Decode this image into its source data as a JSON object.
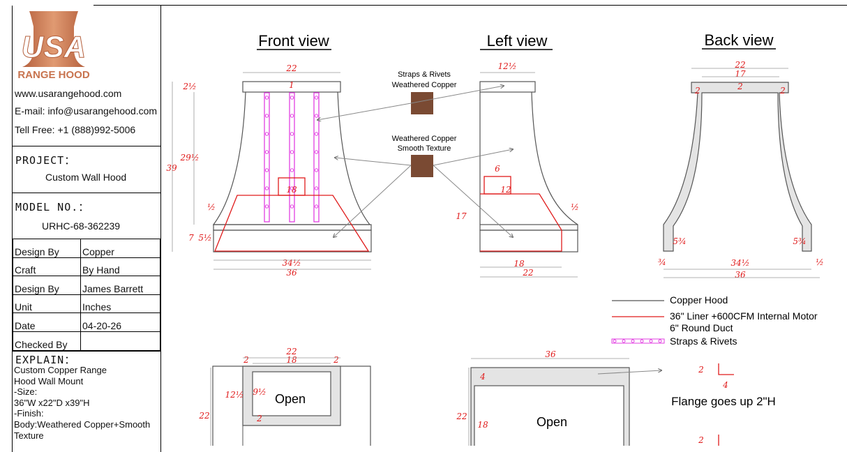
{
  "logo": {
    "wordmark": "USA",
    "caption": "RANGE HOOD",
    "color": "#c8744f"
  },
  "contact": {
    "website": "www.usarangehood.com",
    "email": "E-mail: info@usarangehood.com",
    "phone": "Tell Free: +1 (888)992-5006"
  },
  "project": {
    "label": "PROJECT：",
    "value": "Custom Wall Hood"
  },
  "model": {
    "label": "MODEL NO.：",
    "value": "URHC-68-362239"
  },
  "specs": [
    {
      "key": "Design By",
      "value": "Copper"
    },
    {
      "key": "Craft",
      "value": "By Hand"
    },
    {
      "key": "Design By",
      "value": "James Barrett"
    },
    {
      "key": "Unit",
      "value": "Inches"
    },
    {
      "key": "Date",
      "value": "04-20-26"
    },
    {
      "key": "Checked By",
      "value": ""
    }
  ],
  "explain": {
    "label": "EXPLAIN：",
    "lines": [
      "Custom Copper Range",
      "Hood Wall Mount",
      "-Size:",
      "36\"W x22\"D x39\"H",
      "-Finish:",
      "Body:Weathered Copper+Smooth",
      "Texture"
    ]
  },
  "views": {
    "front": "Front view",
    "left": "Left view",
    "back": "Back view"
  },
  "callouts": {
    "straps": [
      "Straps & Rivets",
      "Weathered Copper"
    ],
    "body": [
      "Weathered Copper",
      "Smooth Texture"
    ]
  },
  "legend": [
    {
      "text": "Copper Hood",
      "color": "#555555",
      "style": "solid"
    },
    {
      "text": "36\" Liner +600CFM Internal Motor",
      "color": "#e01b1b",
      "style": "solid"
    },
    {
      "text": "6\" Round Duct",
      "color": "#e01b1b",
      "style": "none"
    },
    {
      "text": "Straps & Rivets",
      "color": "#e23fe2",
      "style": "dots"
    }
  ],
  "plan": {
    "open_label": "Open",
    "open_label_2": "Open",
    "flange_note": "Flange goes up 2\"H"
  },
  "dims": {
    "front": {
      "top_w": "22",
      "strap_gap": "1",
      "collar_h": "2½",
      "body_h": "29½",
      "total_h": "39",
      "motor": "18",
      "flare": "½",
      "band_h": "5½",
      "band_off": "7",
      "inner_w": "34½",
      "total_w": "36"
    },
    "left": {
      "top_w": "12½",
      "duct_w": "6",
      "duct_h": "12",
      "liner_h": "17",
      "flare": "½",
      "inner_w": "18",
      "total_w": "22"
    },
    "back": {
      "outer": "22",
      "inner": "17",
      "rail_l": "2",
      "rail_m": "2",
      "rail_r": "2",
      "leg_l": "5¾",
      "leg_r": "5¾",
      "base_l": "¾",
      "inner_w": "34½",
      "total_w": "36",
      "base_r": "½"
    },
    "plan1": {
      "top": "22",
      "inner": "18",
      "side_l": "2",
      "side_r": "2",
      "depth": "12½",
      "opening": "9½",
      "bottom": "2",
      "height": "22"
    },
    "plan2": {
      "top": "36",
      "side": "4",
      "height": "22",
      "depth": "18"
    },
    "flange": {
      "h": "2",
      "w": "4",
      "h2": "2"
    }
  },
  "colors": {
    "red": "#e01b1b",
    "magenta": "#e23fe2",
    "copper": "#7a4a33",
    "gray": "#555555"
  }
}
